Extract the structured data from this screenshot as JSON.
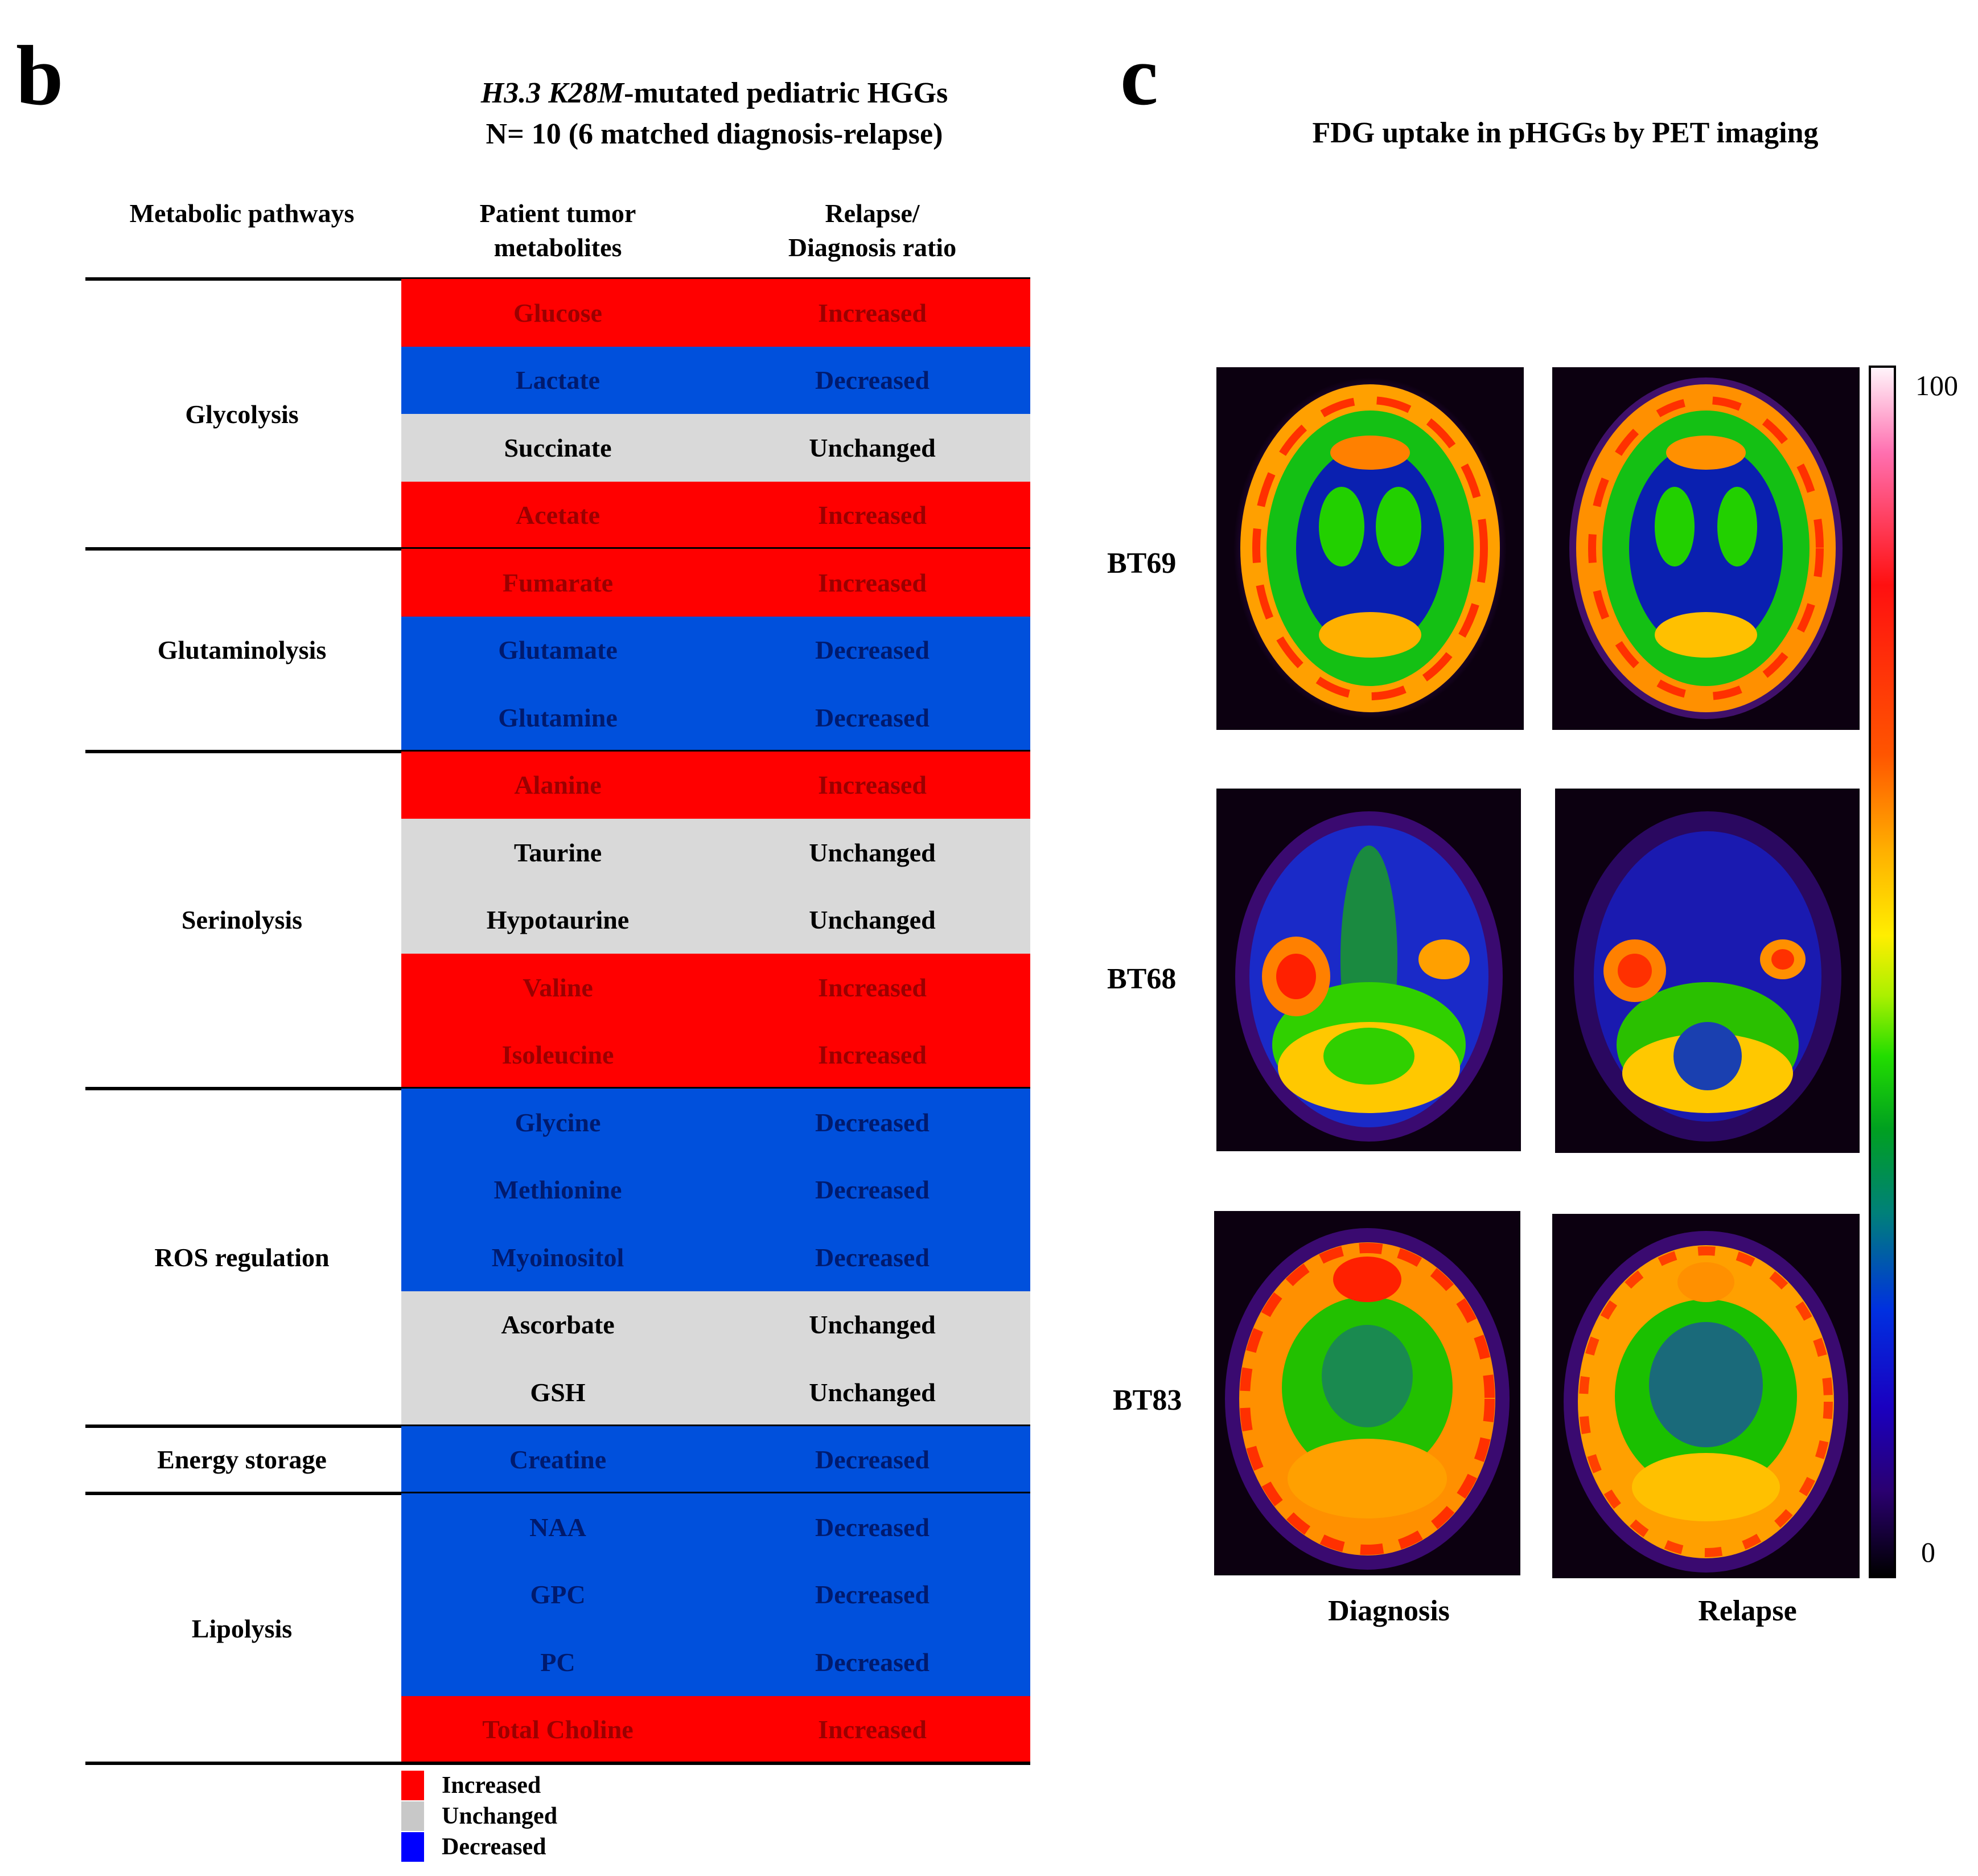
{
  "panel_b": {
    "letter": "b",
    "title_line1_italic": "H3.3 K28M",
    "title_line1_rest": "-mutated pediatric HGGs",
    "title_line2": "N= 10 (6 matched diagnosis-relapse)",
    "columns": {
      "pathways": "Metabolic pathways",
      "metabolites_l1": "Patient tumor",
      "metabolites_l2": "metabolites",
      "ratio_l1": "Relapse/",
      "ratio_l2": "Diagnosis ratio"
    },
    "groups": [
      {
        "name": "Glycolysis",
        "rows": [
          {
            "metabolite": "Glucose",
            "status": "Increased"
          },
          {
            "metabolite": "Lactate",
            "status": "Decreased"
          },
          {
            "metabolite": "Succinate",
            "status": "Unchanged"
          },
          {
            "metabolite": "Acetate",
            "status": "Increased"
          }
        ]
      },
      {
        "name": "Glutaminolysis",
        "rows": [
          {
            "metabolite": "Fumarate",
            "status": "Increased"
          },
          {
            "metabolite": "Glutamate",
            "status": "Decreased"
          },
          {
            "metabolite": "Glutamine",
            "status": "Decreased"
          }
        ]
      },
      {
        "name": "Serinolysis",
        "rows": [
          {
            "metabolite": "Alanine",
            "status": "Increased"
          },
          {
            "metabolite": "Taurine",
            "status": "Unchanged"
          },
          {
            "metabolite": "Hypotaurine",
            "status": "Unchanged"
          },
          {
            "metabolite": "Valine",
            "status": "Increased"
          },
          {
            "metabolite": "Isoleucine",
            "status": "Increased"
          }
        ]
      },
      {
        "name": "ROS regulation",
        "rows": [
          {
            "metabolite": "Glycine",
            "status": "Decreased"
          },
          {
            "metabolite": "Methionine",
            "status": "Decreased"
          },
          {
            "metabolite": "Myoinositol",
            "status": "Decreased"
          },
          {
            "metabolite": "Ascorbate",
            "status": "Unchanged"
          },
          {
            "metabolite": "GSH",
            "status": "Unchanged"
          }
        ]
      },
      {
        "name": "Energy storage",
        "rows": [
          {
            "metabolite": "Creatine",
            "status": "Decreased"
          }
        ]
      },
      {
        "name": "Lipolysis",
        "rows": [
          {
            "metabolite": "NAA",
            "status": "Decreased"
          },
          {
            "metabolite": "GPC",
            "status": "Decreased"
          },
          {
            "metabolite": "PC",
            "status": "Decreased"
          },
          {
            "metabolite": "Total Choline",
            "status": "Increased"
          }
        ]
      }
    ],
    "status_colors": {
      "Increased": "#ff0000",
      "Decreased": "#0050dc",
      "Unchanged": "#d9d9d9"
    },
    "text_colors": {
      "Increased": "#9a0000",
      "Decreased": "#001a6e",
      "Unchanged": "#000000"
    },
    "legend": [
      {
        "label": "Increased",
        "color": "#ff0000"
      },
      {
        "label": "Unchanged",
        "color": "#c8c8c8"
      },
      {
        "label": "Decreased",
        "color": "#0000ff"
      }
    ]
  },
  "panel_c": {
    "letter": "c",
    "title": "FDG uptake in pHGGs by PET imaging",
    "rows": [
      "BT69",
      "BT68",
      "BT83"
    ],
    "columns": [
      "Diagnosis",
      "Relapse"
    ],
    "colorbar": {
      "max_label": "100",
      "min_label": "0"
    }
  }
}
